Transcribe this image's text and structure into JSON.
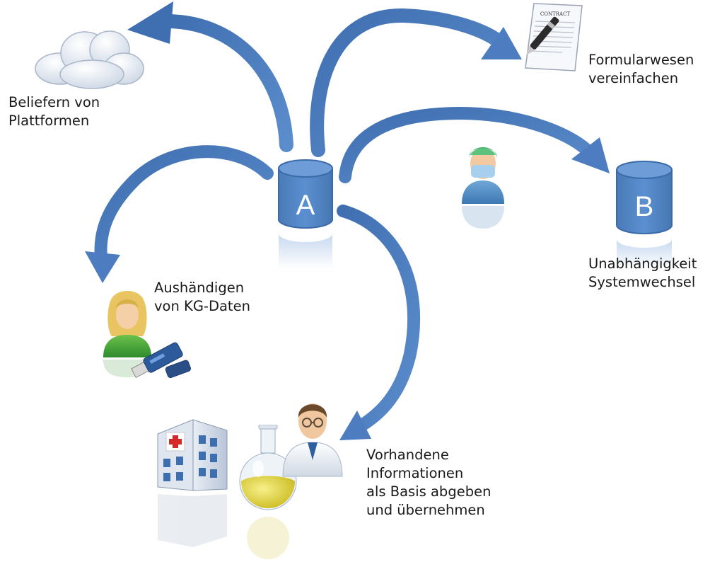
{
  "databases": {
    "a": {
      "label": "A"
    },
    "b": {
      "label": "B"
    }
  },
  "labels": {
    "platforms": [
      "Beliefern von",
      "Plattformen"
    ],
    "forms": [
      "Formularwesen",
      "vereinfachen"
    ],
    "independence": [
      "Unabhängigkeit",
      "Systemwechsel"
    ],
    "hand_out": [
      "Aushändigen",
      "von KG-Daten"
    ],
    "existing": [
      "Vorhandene",
      "Informationen",
      "als Basis abgeben",
      "und übernehmen"
    ]
  },
  "icons": [
    "cloud-icon",
    "contract-document-icon",
    "surgeon-icon",
    "patient-icon",
    "usb-stick-icon",
    "hospital-icon",
    "lab-flask-icon",
    "doctor-icon"
  ],
  "colors": {
    "arrow": "#4d7cc0",
    "db_fill": "#4f81bd",
    "db_top": "#6d9cd6",
    "db_stroke": "#3a6aa8"
  }
}
